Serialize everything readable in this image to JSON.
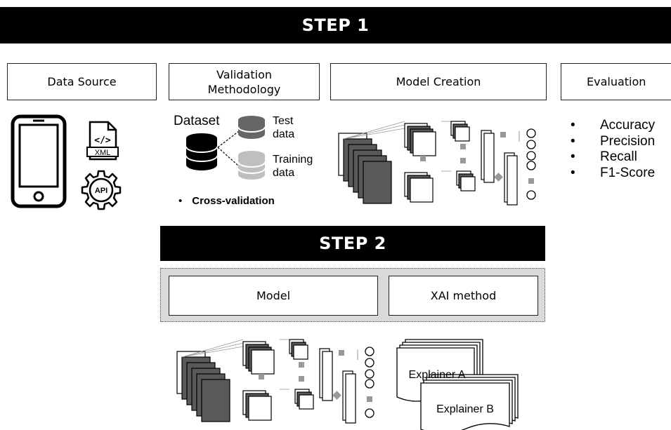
{
  "step1": {
    "title": "STEP 1",
    "boxes": {
      "data_source": "Data Source",
      "validation_line1": "Validation",
      "validation_line2": "Methodology",
      "model_creation": "Model Creation",
      "evaluation": "Evaluation"
    },
    "data_source_icons": [
      "smartphone-icon",
      "xml-file-icon",
      "api-gear-icon"
    ],
    "xml_label": "XML",
    "api_label": "API",
    "dataset": {
      "label": "Dataset",
      "test_line1": "Test",
      "test_line2": "data",
      "training_line1": "Training",
      "training_line2": "data",
      "bullet": "Cross-validation"
    },
    "metrics": [
      "Accuracy",
      "Precision",
      "Recall",
      "F1-Score"
    ]
  },
  "step2": {
    "title": "STEP 2",
    "boxes": {
      "model": "Model",
      "xai_method": "XAI method"
    },
    "explainers": [
      "Explainer A",
      "Explainer B"
    ]
  },
  "colors": {
    "banner": "#000000",
    "dark_layer": "#595959",
    "test_db": "#666666",
    "training_db": "#bfbfbf",
    "dotted_panel": "#d9d9d9",
    "node_gray": "#999999"
  }
}
